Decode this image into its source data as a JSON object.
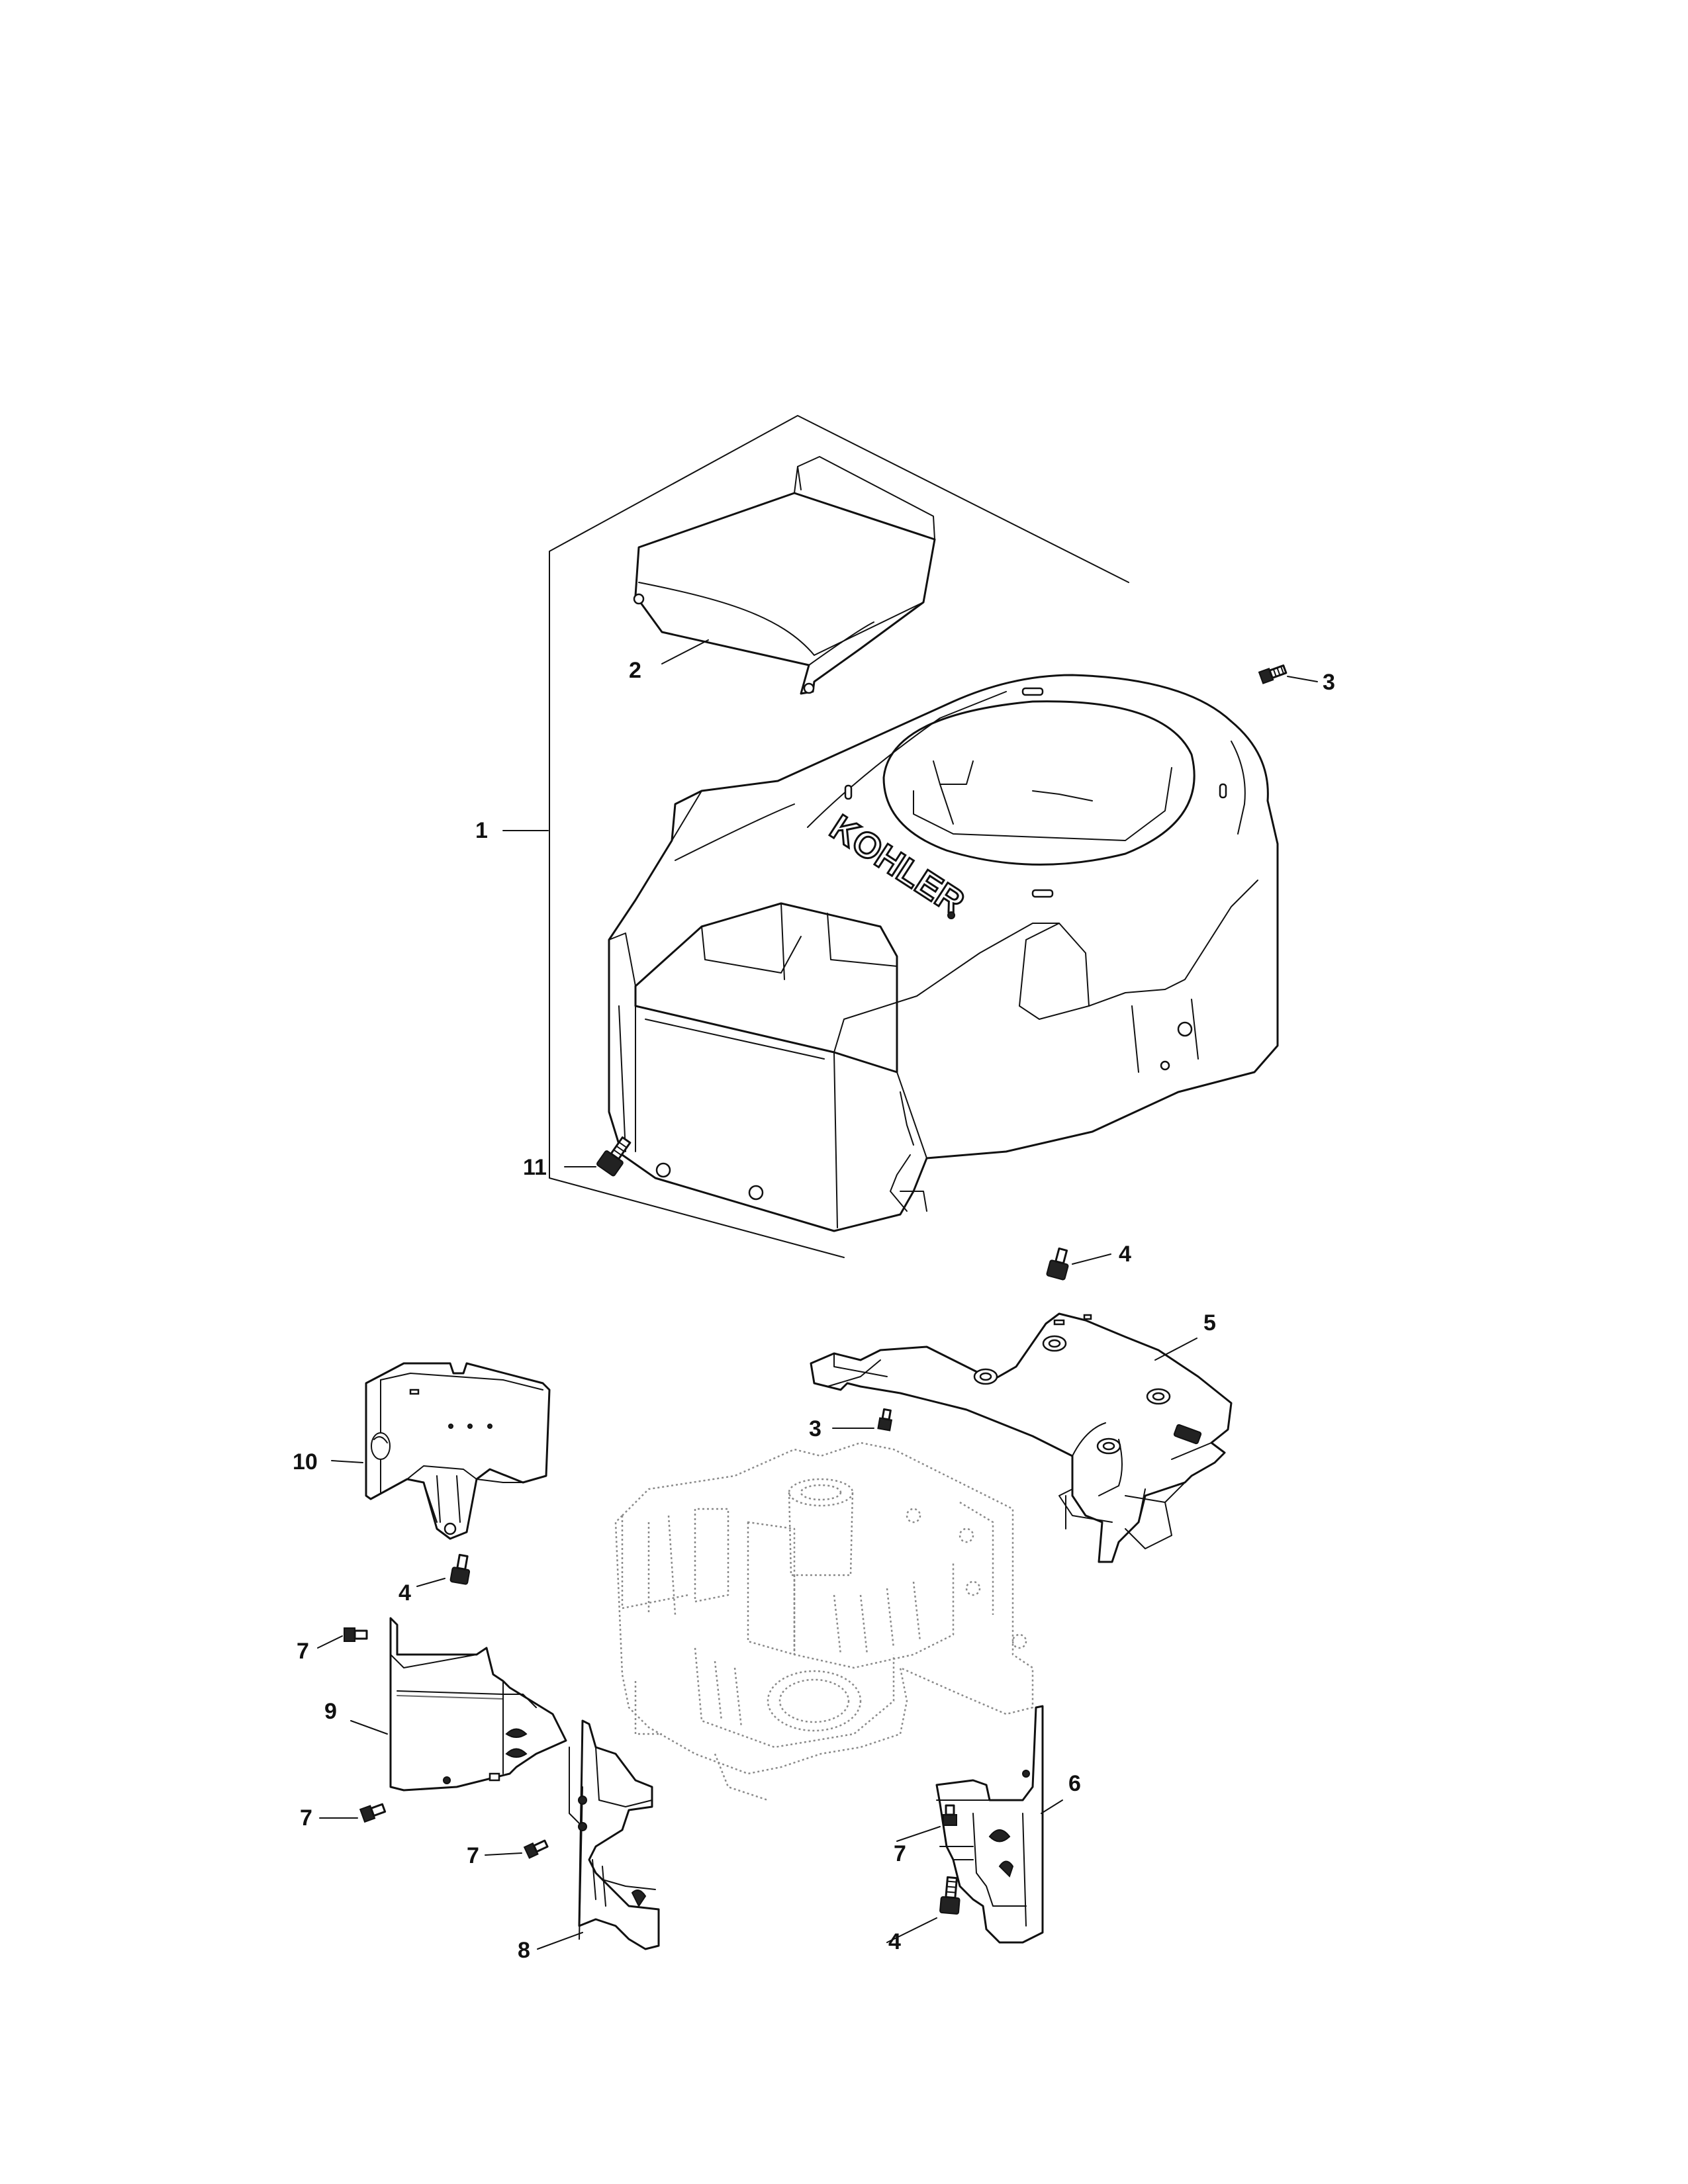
{
  "logo": {
    "text": "KOHLER"
  },
  "callouts": [
    {
      "id": "c1",
      "label": "1"
    },
    {
      "id": "c2",
      "label": "2"
    },
    {
      "id": "c3a",
      "label": "3"
    },
    {
      "id": "c3b",
      "label": "3"
    },
    {
      "id": "c4a",
      "label": "4"
    },
    {
      "id": "c4b",
      "label": "4"
    },
    {
      "id": "c4c",
      "label": "4"
    },
    {
      "id": "c5",
      "label": "5"
    },
    {
      "id": "c6",
      "label": "6"
    },
    {
      "id": "c7a",
      "label": "7"
    },
    {
      "id": "c7b",
      "label": "7"
    },
    {
      "id": "c7c",
      "label": "7"
    },
    {
      "id": "c7d",
      "label": "7"
    },
    {
      "id": "c8",
      "label": "8"
    },
    {
      "id": "c9",
      "label": "9"
    },
    {
      "id": "c10",
      "label": "10"
    },
    {
      "id": "c11",
      "label": "11"
    }
  ]
}
